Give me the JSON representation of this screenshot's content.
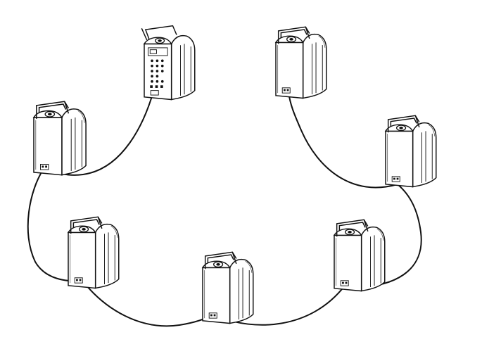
{
  "diagram": {
    "kind": "daisy-chain",
    "nodes": [
      {
        "id": "unit-1",
        "role": "amplified",
        "icon": "amplified-speaker-icon"
      },
      {
        "id": "unit-2",
        "role": "passive",
        "icon": "speaker-cabinet-icon"
      },
      {
        "id": "unit-3",
        "role": "passive",
        "icon": "speaker-cabinet-icon"
      },
      {
        "id": "unit-4",
        "role": "passive",
        "icon": "speaker-cabinet-icon"
      },
      {
        "id": "unit-5",
        "role": "passive",
        "icon": "speaker-cabinet-icon"
      },
      {
        "id": "unit-6",
        "role": "passive",
        "icon": "speaker-cabinet-icon"
      },
      {
        "id": "unit-7",
        "role": "passive",
        "icon": "speaker-cabinet-icon"
      }
    ],
    "links": [
      [
        "unit-1",
        "unit-2"
      ],
      [
        "unit-2",
        "unit-3"
      ],
      [
        "unit-3",
        "unit-4"
      ],
      [
        "unit-4",
        "unit-5"
      ],
      [
        "unit-5",
        "unit-6"
      ],
      [
        "unit-6",
        "unit-7"
      ]
    ],
    "colors": {
      "line": "#111111",
      "background": "#ffffff"
    }
  }
}
